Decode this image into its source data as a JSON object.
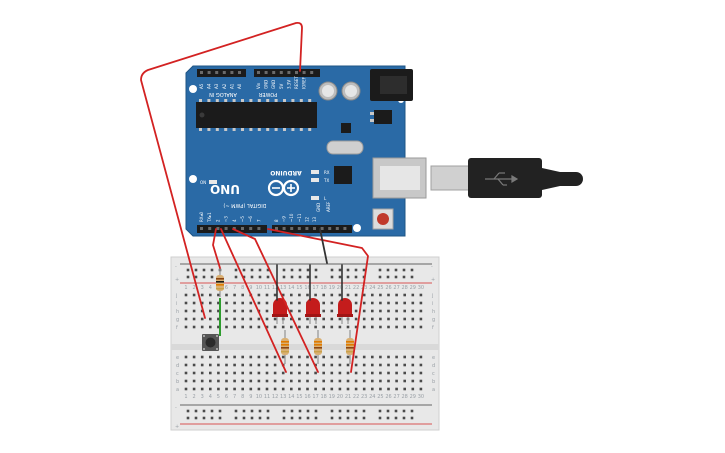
{
  "board": {
    "brand": "ARDUINO",
    "model": "UNO",
    "digital_header": "DIGITAL (PWM ~)",
    "analog_header": "ANALOG IN",
    "power_header": "POWER",
    "on_label": "ON",
    "tx_label": "TX",
    "rx_label": "RX",
    "l_label": "L",
    "aref_label": "AREF",
    "gnd_label": "GND",
    "power_pins": [
      "IOREF",
      "RESET",
      "3.3V",
      "5V",
      "GND",
      "GND",
      "Vin"
    ],
    "analog_pins": [
      "A0",
      "A1",
      "A2",
      "A3",
      "A4",
      "A5"
    ],
    "digital_pins": [
      "13",
      "12",
      "~11",
      "~10",
      "~9",
      "8",
      "7",
      "~6",
      "~5",
      "4",
      "~3",
      "2",
      "TX▸1",
      "RX◂0"
    ]
  },
  "breadboard": {
    "row_letters_top": [
      "j",
      "i",
      "h",
      "g",
      "f"
    ],
    "row_letters_bottom": [
      "e",
      "d",
      "c",
      "b",
      "a"
    ],
    "column_labels": [
      "1",
      "2",
      "3",
      "4",
      "5",
      "6",
      "7",
      "8",
      "9",
      "10",
      "11",
      "12",
      "13",
      "14",
      "15",
      "16",
      "17",
      "18",
      "19",
      "20",
      "21",
      "22",
      "23",
      "24",
      "25",
      "26",
      "27",
      "28",
      "29",
      "30"
    ],
    "plus_label": "+",
    "minus_label": "-"
  },
  "colors": {
    "board": "#2a6aa6",
    "wire": "#d32222",
    "wire_gnd": "#333333",
    "led": "#c41c1c",
    "breadboard": "#e6e6e6",
    "jumper": "#2e9c2e",
    "usb": "#222222"
  }
}
